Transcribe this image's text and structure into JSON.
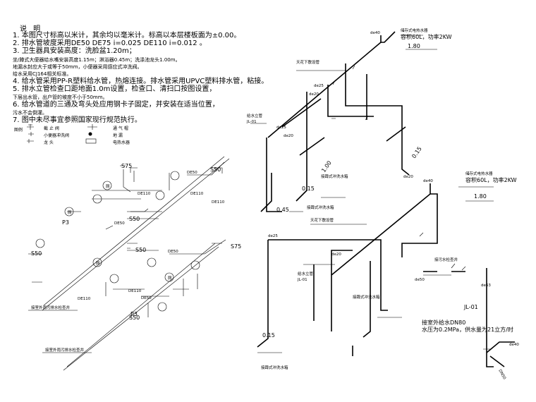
{
  "notes": {
    "title": "说 明",
    "lines": [
      "1. 本图尺寸标高以米计，其余均以毫米计。标高以本层楼板面为±0.00。",
      "2. 排水管坡度采用DE50 DE75 i=0.025 DE110 i=0.012 。",
      "3. 卫生器具安装高度：洗脸盆1.20m；",
      "   坐/蹲式大便器给水嘴安装高度1.15m；淋浴器0.45m；洗涤池龙头1.00m。",
      "   地漏水封应大于或等于50mm，小便器采用感应式冲洗阀。",
      "   给水采用CJ164相关标准。",
      "4. 给水管采用PP-R塑料给水管，热熔连接。排水管采用UPVC塑料排水管，粘接。",
      "5. 排水立管检查口距地面1.0m设置，检查口、清扫口按图设置，",
      "   下层出水管，出户管的坡度不小于50mm。",
      "6. 给水管道的三通及弯头处应用钢卡子固定，并安装在适当位置，",
      "   污水不会倒灌。",
      "7. 图中未尽事宜参照国家现行规范执行。"
    ],
    "legend_label": "图例",
    "legend": [
      [
        "截 止 阀",
        "通 气 帽"
      ],
      [
        "小便器冲洗阀",
        "地 漏"
      ],
      [
        "龙 头",
        "电热水器"
      ]
    ]
  },
  "labels": {
    "de40": "de40",
    "de25_a": "de25",
    "de25_b": "de25",
    "de25_c": "de25",
    "de20_a": "de20",
    "de20_b": "de20",
    "de20_c": "de20",
    "de20_d": "de20",
    "de40_b": "de40",
    "de50": "de50",
    "de63": "de63",
    "dn50": "DN50",
    "heater1_name": "储存式电热水器",
    "heater1_spec": "容积60L，功率2KW",
    "heater2_name": "储存式电热水器",
    "heater2_spec": "容积60L，功率2KW",
    "h180_a": "1.80",
    "h180_b": "1.80",
    "h045": "0.45",
    "h015_a": "0.15",
    "h015_b": "0.15",
    "h015_c": "0.15",
    "h100": "1.00",
    "jl01_a_1": "给水立管",
    "jl01_a_2": "JL-01",
    "jl01_b_1": "给水立管",
    "jl01_b_2": "JL-01",
    "jl01_c": "JL-01",
    "ceiling_a": "天花下敷设管",
    "ceiling_b": "天花下敷设管",
    "pipe_note_a": "接蹲式冲洗水箱",
    "pipe_note_b": "接蹲式冲洗水箱",
    "pipe_note_c": "接蹲式冲洗水箱",
    "pipe_note_d": "接蹲式冲洗水箱",
    "outdoor_a": "接室外雨污排水检查井",
    "outdoor_b": "接室外雨污排水检查井",
    "cleanout": "接污水检查井",
    "inlet_1": "接室外给水DN80",
    "inlet_2": "水压为0.2MPa，供水量为21立方/时",
    "s75_top": "S75",
    "s50_a": "S50",
    "s50_b": "S50",
    "s50_c": "S50",
    "s50_d": "S50",
    "s75_mid": "S75",
    "s50_low": "S50",
    "de50_a": "DE50",
    "de50_b": "DE50",
    "de50_c": "DE50",
    "de50_d": "DE50",
    "de110_a": "DE110",
    "de110_b": "DE110",
    "de110_c": "DE110",
    "de110_d": "DE110",
    "de110_e": "DE110",
    "p3_a": "P3",
    "p3_b": "P3",
    "fixture_a": "厕",
    "fixture_b": "厕",
    "fixture_c": "厕",
    "fixture_d": "厕"
  }
}
